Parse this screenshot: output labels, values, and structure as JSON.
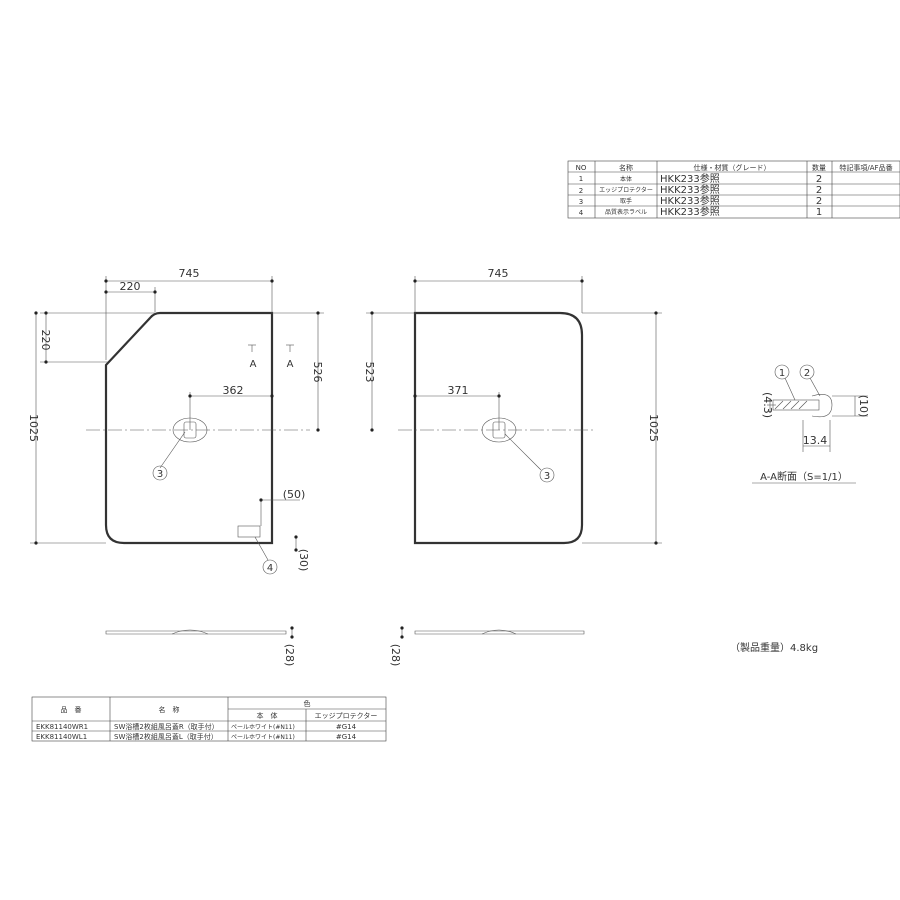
{
  "parts_table": {
    "headers": [
      "NO",
      "名称",
      "仕様・材質（グレード）",
      "数量",
      "特記事項/AF品番"
    ],
    "rows": [
      [
        "1",
        "本体",
        "HKK233参照",
        "2",
        ""
      ],
      [
        "2",
        "エッジプロテクター",
        "HKK233参照",
        "2",
        ""
      ],
      [
        "3",
        "取手",
        "HKK233参照",
        "2",
        ""
      ],
      [
        "4",
        "品質表示ラベル",
        "HKK233参照",
        "1",
        ""
      ]
    ]
  },
  "left_view": {
    "width": "745",
    "corner_width": "220",
    "corner_height": "220",
    "height": "1025",
    "handle_from_top": "526",
    "handle_offset": "362",
    "label_offset": "(50)",
    "label_bottom": "(30)",
    "section_mark": "A",
    "callouts": [
      "3",
      "4"
    ]
  },
  "right_view": {
    "width": "745",
    "height": "1025",
    "handle_from_top": "523",
    "handle_offset": "371",
    "callouts": [
      "3"
    ]
  },
  "side_views": {
    "left_thickness": "(28)",
    "right_thickness": "(28)"
  },
  "section_view": {
    "title": "A-A断面（S=1/1）",
    "dim_left": "(4.3)",
    "dim_right": "(10)",
    "dim_bottom": "13.4",
    "callouts": [
      "1",
      "2"
    ]
  },
  "product_weight": "（製品重量）4.8kg",
  "product_table": {
    "header_code": "品　番",
    "header_name": "名　称",
    "header_color": "色",
    "header_body": "本　体",
    "header_edge": "エッジプロテクター",
    "rows": [
      [
        "EKK81140WR1",
        "SW浴槽2枚組風呂蓋R（取手付）",
        "ペールホワイト(#N11)",
        "#G14"
      ],
      [
        "EKK81140WL1",
        "SW浴槽2枚組風呂蓋L（取手付）",
        "ペールホワイト(#N11)",
        "#G14"
      ]
    ]
  },
  "colors": {
    "line": "#333333",
    "background": "#ffffff"
  }
}
